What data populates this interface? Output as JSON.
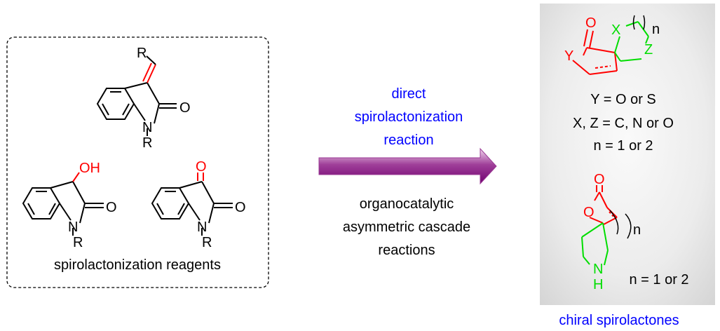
{
  "left_panel": {
    "caption": "spirolactonization reagents",
    "atoms": {
      "r_top": "R",
      "o_top": "O",
      "n_top": "N",
      "r_n_top": "R",
      "oh_left": "OH",
      "o_left": "O",
      "n_left": "N",
      "r_left": "R",
      "o_right_top": "O",
      "o_right": "O",
      "n_right": "N",
      "r_right": "R"
    }
  },
  "arrow": {
    "above": [
      "direct",
      "spirolactonization",
      "reaction"
    ],
    "below": [
      "organocatalytic",
      "asymmetric cascade",
      "reactions"
    ]
  },
  "right_panel": {
    "caption": "chiral spirolactones",
    "struct1_atoms": {
      "o": "O",
      "y": "Y",
      "x": "X",
      "z": "Z",
      "n": "n"
    },
    "conditions": [
      "Y = O or S",
      "X, Z = C, N or O",
      "n = 1 or 2"
    ],
    "struct2_atoms": {
      "o_carbonyl": "O",
      "o_ring": "O",
      "n": "n",
      "nh_n": "N",
      "nh_h": "H"
    },
    "struct2_condition": "n = 1 or 2"
  },
  "colors": {
    "red": "#ff0000",
    "green": "#00dd00",
    "blue": "#0000ff",
    "arrow_dark": "#800080",
    "arrow_light": "#f2d8ef",
    "panel_gray": "#e6e6e6"
  }
}
